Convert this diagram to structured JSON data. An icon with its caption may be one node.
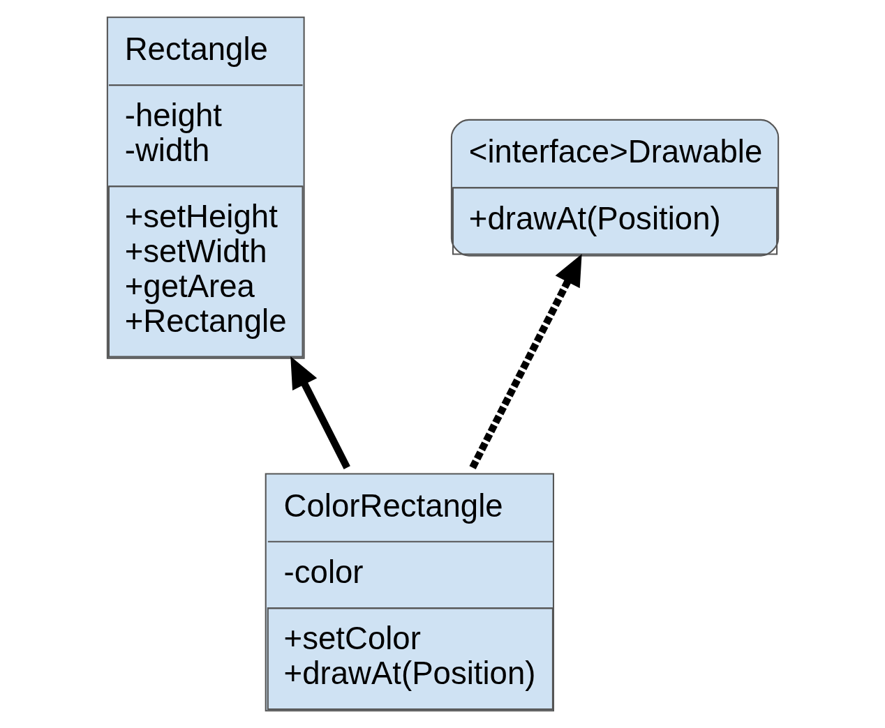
{
  "diagram": {
    "nodes": [
      {
        "text": [
          "Rectangle",
          "-height -width",
          "+setHeight +setWidth +getArea +Rectangle"
        ]
      },
      {
        "text": [
          "<interface>Drawable",
          "+drawAt(Position)"
        ]
      },
      {
        "text": [
          "ColorRectangle",
          "-color",
          "+setColor +drawAt(Position)"
        ]
      }
    ],
    "edges": [
      {
        "from": 2,
        "to": 0,
        "arrow": "to"
      },
      {
        "from": 2,
        "to": 1,
        "arrow": "to",
        "style": "dashed"
      }
    ]
  }
}
